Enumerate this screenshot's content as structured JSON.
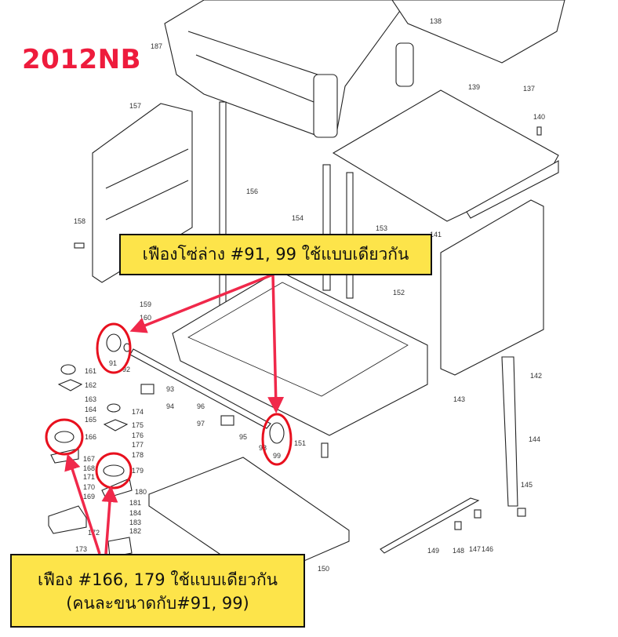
{
  "title": "2012NB",
  "notes": {
    "upper_gear": "เฟืองโซ่ล่าง #91, 99 ใช้แบบเดียวกัน",
    "lower_gear_line1": "เฟือง #166, 179 ใช้แบบเดียวกัน",
    "lower_gear_line2": "(คนละขนาดกับ#91, 99)"
  },
  "colors": {
    "title": "#ee1b3c",
    "highlight": "#e8101e",
    "arrow": "#f0284a",
    "note_bg": "#fde44a"
  },
  "part_labels": [
    "187",
    "138",
    "137",
    "139",
    "140",
    "157",
    "156",
    "154",
    "158",
    "153",
    "141",
    "159",
    "160",
    "152",
    "91",
    "92",
    "161",
    "162",
    "163",
    "164",
    "165",
    "166",
    "167",
    "168",
    "171",
    "170",
    "169",
    "172",
    "173",
    "93",
    "94",
    "96",
    "97",
    "95",
    "174",
    "175",
    "176",
    "177",
    "178",
    "179",
    "180",
    "181",
    "184",
    "183",
    "182",
    "98",
    "99",
    "151",
    "143",
    "142",
    "144",
    "145",
    "149",
    "148",
    "147",
    "146",
    "150"
  ],
  "highlighted_parts": [
    "91",
    "99",
    "166",
    "179"
  ]
}
